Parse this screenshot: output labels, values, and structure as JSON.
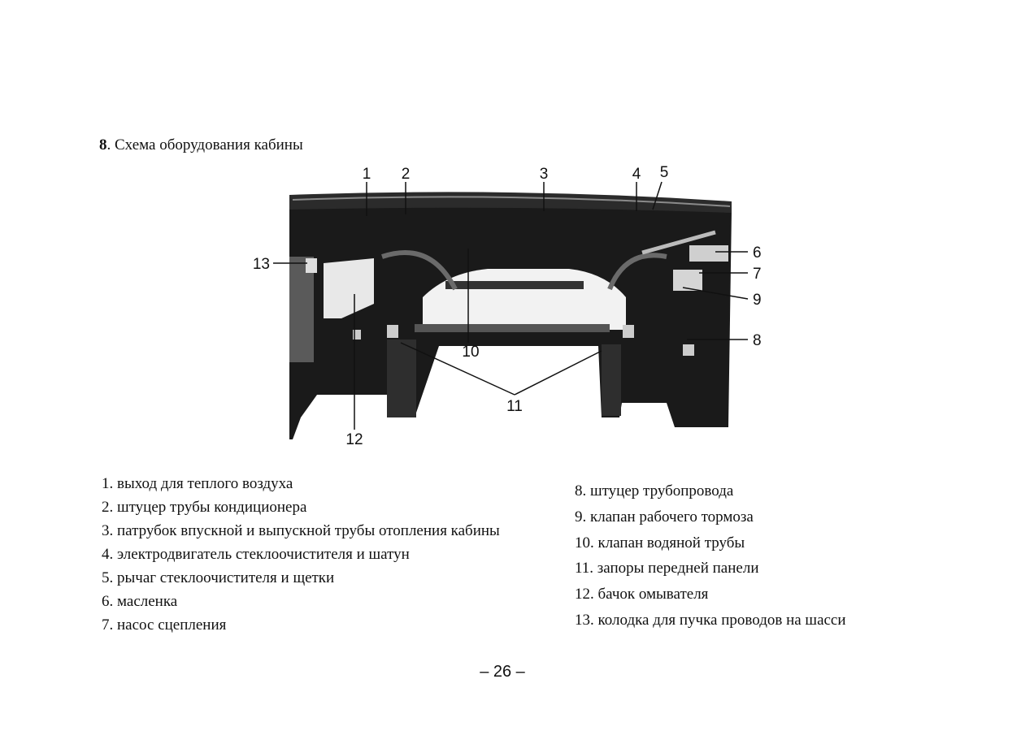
{
  "heading": {
    "number": "8",
    "text": ". Схема оборудования  кабины"
  },
  "figure": {
    "callouts": [
      "1",
      "2",
      "3",
      "4",
      "5",
      "6",
      "7",
      "8",
      "9",
      "10",
      "11",
      "12",
      "13"
    ]
  },
  "legend_left": [
    "1. выход для теплого воздуха",
    "2. штуцер трубы кондиционера",
    "3. патрубок впускной и выпускной трубы отопления кабины",
    "4. электродвигатель стеклоочистителя и шатун",
    "5. рычаг стеклоочистителя и щетки",
    "6. масленка",
    "7. насос сцепления"
  ],
  "legend_right": [
    "8. штуцер трубопровода",
    "9. клапан рабочего тормоза",
    "10. клапан водяной трубы",
    "11. запоры передней панели",
    "12. бачок омывателя",
    "13. колодка для пучка проводов на шасси"
  ],
  "footer": {
    "page_number": "– 26 –"
  }
}
